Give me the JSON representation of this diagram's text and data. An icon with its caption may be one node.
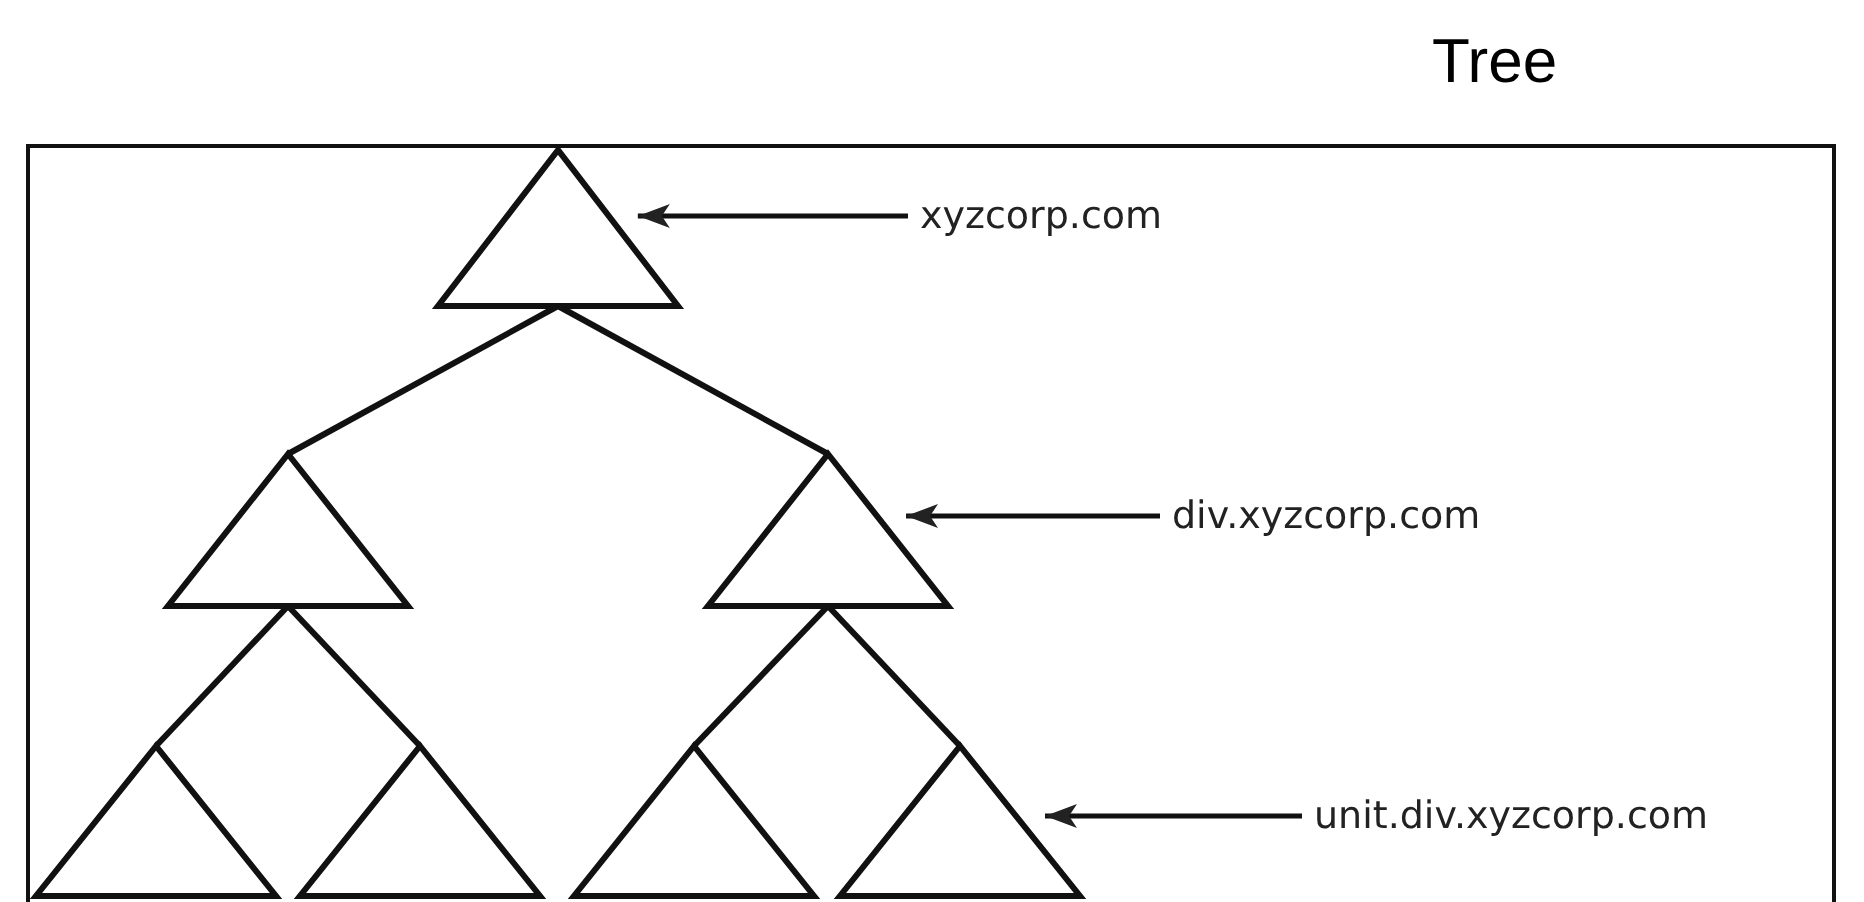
{
  "diagram": {
    "nodes": [
      {
        "text": [],
        "shape": "triangle"
      },
      {
        "text": [],
        "shape": "triangle"
      },
      {
        "text": [],
        "shape": "triangle"
      },
      {
        "text": [],
        "shape": "triangle"
      },
      {
        "text": [],
        "shape": "triangle"
      },
      {
        "text": [],
        "shape": "triangle"
      },
      {
        "text": [],
        "shape": "triangle"
      },
      {
        "text": [
          "xyzcorp.com"
        ]
      },
      {
        "text": [
          "div.xyzcorp.com"
        ]
      },
      {
        "text": [
          "unit.div.xyzcorp.com"
        ]
      }
    ],
    "edges": [
      {
        "from": 0,
        "to": 1,
        "arrow": "none"
      },
      {
        "from": 0,
        "to": 2,
        "arrow": "none"
      },
      {
        "from": 1,
        "to": 3,
        "arrow": "none"
      },
      {
        "from": 1,
        "to": 4,
        "arrow": "none"
      },
      {
        "from": 2,
        "to": 5,
        "arrow": "none"
      },
      {
        "from": 2,
        "to": 6,
        "arrow": "none"
      },
      {
        "from": 7,
        "to": 0,
        "arrow": "to"
      },
      {
        "from": 8,
        "to": 2,
        "arrow": "to"
      },
      {
        "from": 9,
        "to": 6,
        "arrow": "to"
      }
    ],
    "labels": [
      "Tree"
    ]
  }
}
